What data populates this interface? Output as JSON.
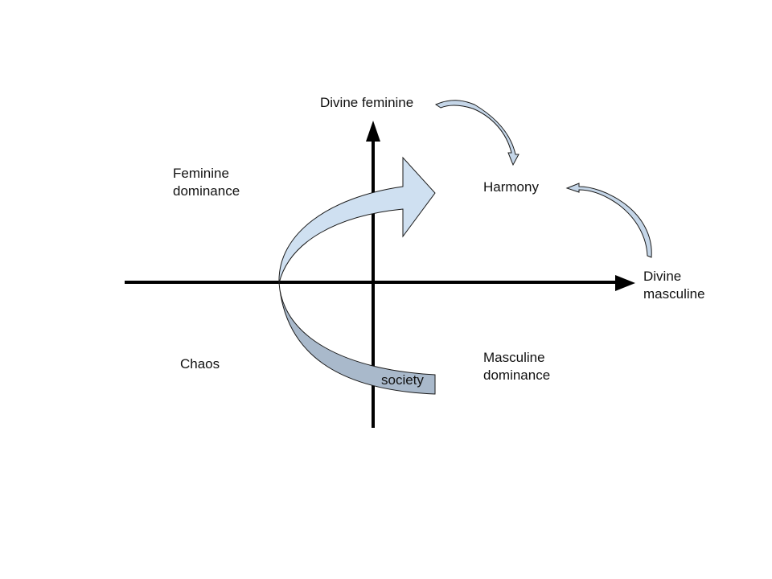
{
  "diagram": {
    "type": "quadrant-spiral",
    "labels": {
      "divine_feminine": "Divine feminine",
      "feminine_dominance": "Feminine\ndominance",
      "harmony": "Harmony",
      "divine_masculine": "Divine\nmasculine",
      "chaos": "Chaos",
      "masculine_dominance": "Masculine\ndominance",
      "society": "society"
    },
    "axes": {
      "vertical": {
        "positive_end": "Divine feminine",
        "arrow": "up"
      },
      "horizontal": {
        "positive_end": "Divine masculine",
        "arrow": "right"
      }
    },
    "quadrants": {
      "top_left": "Feminine dominance",
      "top_right": "Harmony",
      "bottom_left": "Chaos",
      "bottom_right": "Masculine dominance"
    },
    "flows": [
      {
        "from": "society",
        "to": "Harmony",
        "shape": "curved ribbon arrow"
      },
      {
        "from": "Divine feminine",
        "to": "Harmony",
        "shape": "curved arrow"
      },
      {
        "from": "Divine masculine",
        "to": "Harmony",
        "shape": "curved arrow"
      }
    ],
    "colors": {
      "axis": "#000000",
      "ribbon_front": "#cfe0f1",
      "ribbon_back": "#a9b9cb",
      "outline": "#1a1a1a",
      "text": "#111111"
    }
  }
}
